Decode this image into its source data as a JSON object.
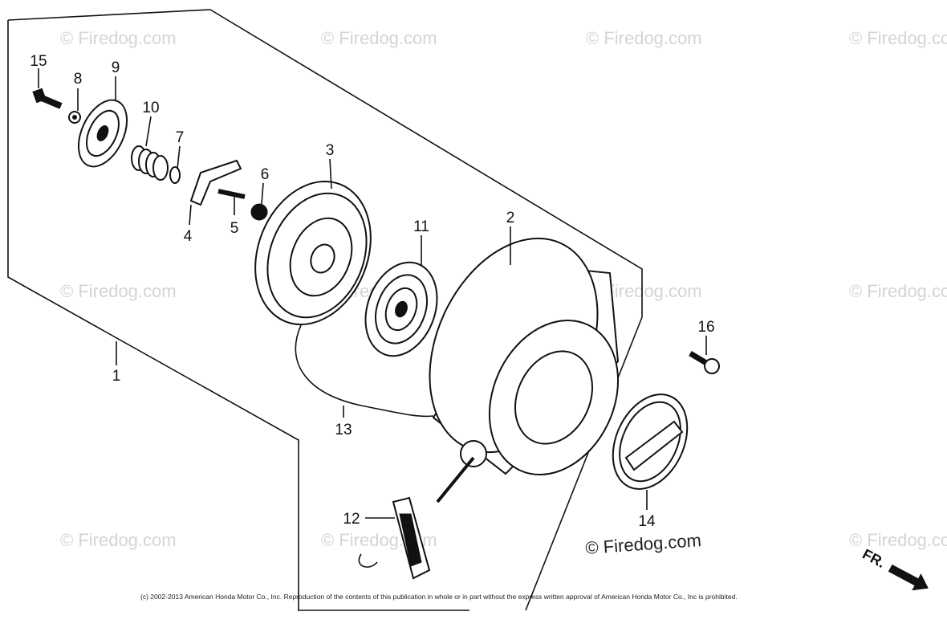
{
  "callouts": [
    "15",
    "8",
    "9",
    "10",
    "7",
    "4",
    "5",
    "6",
    "3",
    "11",
    "2",
    "1",
    "16",
    "13",
    "12",
    "14"
  ],
  "watermark": "© Firedog.com",
  "watermark_main": "© Firedog.com",
  "direction_label": "FR.",
  "copyright": "(c) 2002-2013 American Honda Motor Co., Inc. Reproduction of the contents of this publication in whole or in part without the express written approval of American Honda Motor Co., Inc is prohibited."
}
